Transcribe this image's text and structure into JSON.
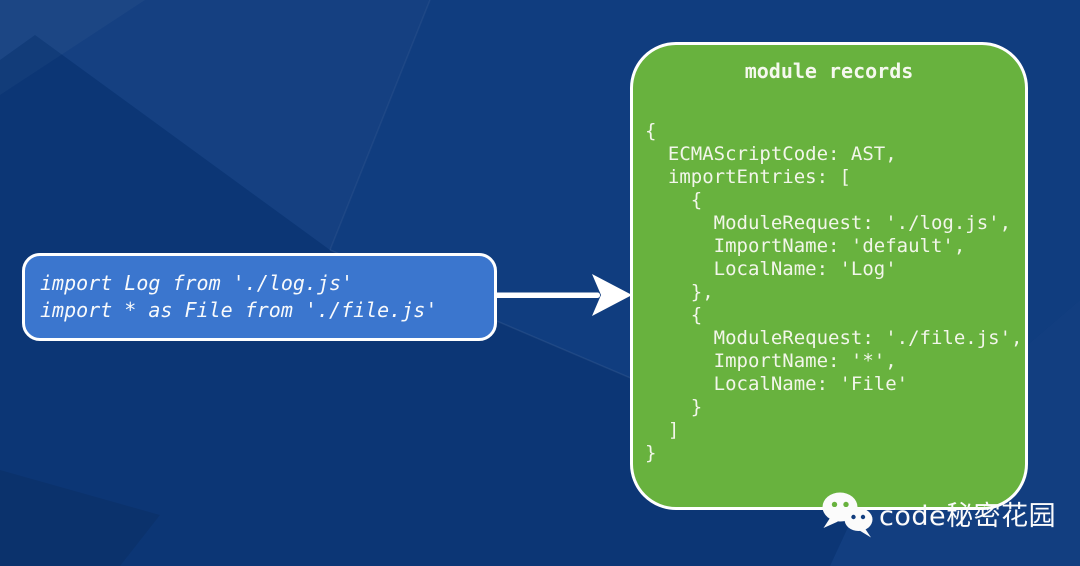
{
  "canvas": {
    "background_color": "#0d3a7d",
    "text_color": "#ffffff"
  },
  "source_box": {
    "code": "import Log from './log.js'\nimport * as File from './file.js'",
    "fill_color": "#3b76ce",
    "border_color": "#ffffff"
  },
  "arrow": {
    "direction": "right",
    "color": "#ffffff"
  },
  "records_box": {
    "title": "module records",
    "code": "{\n  ECMAScriptCode: AST,\n  importEntries: [\n    {\n      ModuleRequest: './log.js',\n      ImportName: 'default',\n      LocalName: 'Log'\n    },\n    {\n      ModuleRequest: './file.js',\n      ImportName: '*',\n      LocalName: 'File'\n    }\n  ]\n}",
    "fill_color": "#68b23e",
    "border_color": "#ffffff"
  },
  "watermark": {
    "icon": "wechat-icon",
    "label": "code秘密花园"
  }
}
